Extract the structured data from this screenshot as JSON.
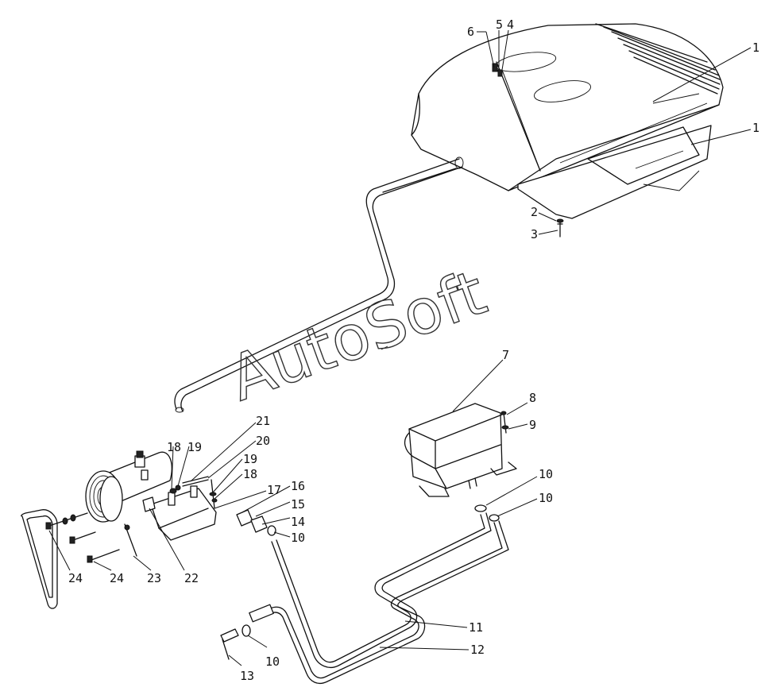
{
  "watermark": "AutoSoft",
  "callouts": [
    {
      "id": "c-6",
      "label": "6"
    },
    {
      "id": "c-5",
      "label": "5"
    },
    {
      "id": "c-4",
      "label": "4"
    },
    {
      "id": "c-1a",
      "label": "1"
    },
    {
      "id": "c-1b",
      "label": "1"
    },
    {
      "id": "c-2",
      "label": "2"
    },
    {
      "id": "c-3",
      "label": "3"
    },
    {
      "id": "c-7",
      "label": "7"
    },
    {
      "id": "c-8",
      "label": "8"
    },
    {
      "id": "c-9",
      "label": "9"
    },
    {
      "id": "c-10a",
      "label": "10"
    },
    {
      "id": "c-10b",
      "label": "10"
    },
    {
      "id": "c-10c",
      "label": "10"
    },
    {
      "id": "c-10d",
      "label": "10"
    },
    {
      "id": "c-11",
      "label": "11"
    },
    {
      "id": "c-12",
      "label": "12"
    },
    {
      "id": "c-13",
      "label": "13"
    },
    {
      "id": "c-14",
      "label": "14"
    },
    {
      "id": "c-15",
      "label": "15"
    },
    {
      "id": "c-16",
      "label": "16"
    },
    {
      "id": "c-17",
      "label": "17"
    },
    {
      "id": "c-18a",
      "label": "18"
    },
    {
      "id": "c-18b",
      "label": "18"
    },
    {
      "id": "c-19a",
      "label": "19"
    },
    {
      "id": "c-19b",
      "label": "19"
    },
    {
      "id": "c-20",
      "label": "20"
    },
    {
      "id": "c-21",
      "label": "21"
    },
    {
      "id": "c-22",
      "label": "22"
    },
    {
      "id": "c-23",
      "label": "23"
    },
    {
      "id": "c-24a",
      "label": "24"
    },
    {
      "id": "c-24b",
      "label": "24"
    }
  ]
}
